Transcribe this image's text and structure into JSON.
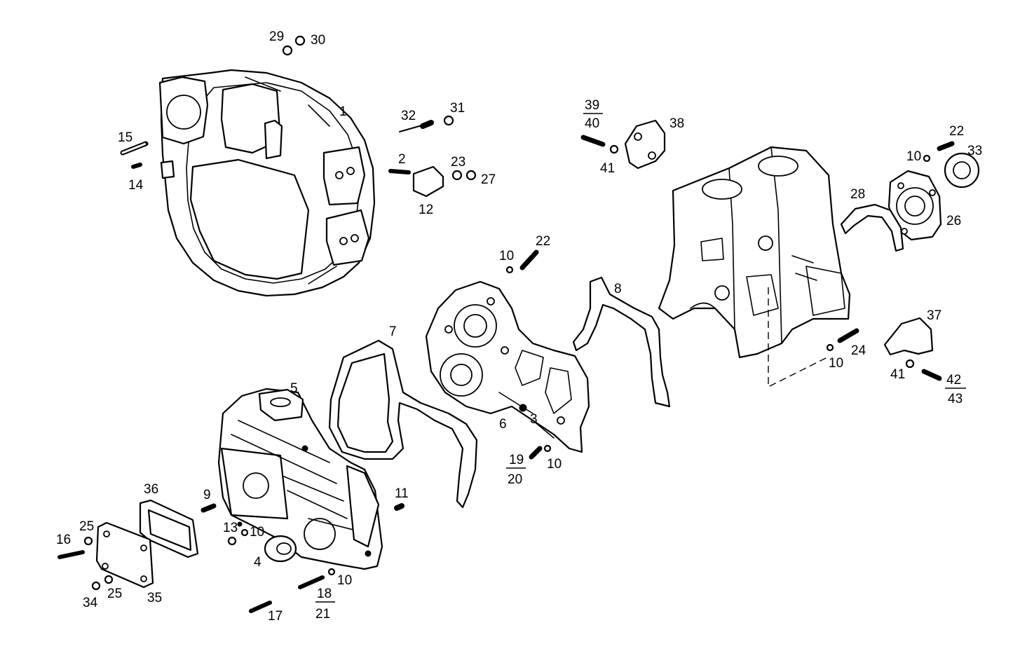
{
  "labels": {
    "l1": "1",
    "l2": "2",
    "l3": "3",
    "l4": "4",
    "l5": "5",
    "l6": "6",
    "l7": "7",
    "l8": "8",
    "l9": "9",
    "l10a": "10",
    "l10b": "10",
    "l10c": "10",
    "l10d": "10",
    "l10e": "10",
    "l10f": "10",
    "l11": "11",
    "l12": "12",
    "l13": "13",
    "l14": "14",
    "l15": "15",
    "l16": "16",
    "l17": "17",
    "l18": "18",
    "l19": "19",
    "l20": "20",
    "l21": "21",
    "l22a": "22",
    "l22b": "22",
    "l23": "23",
    "l24": "24",
    "l25a": "25",
    "l25b": "25",
    "l26": "26",
    "l27": "27",
    "l28": "28",
    "l29": "29",
    "l30": "30",
    "l31": "31",
    "l32": "32",
    "l33": "33",
    "l34": "34",
    "l35": "35",
    "l36": "36",
    "l37": "37",
    "l38": "38",
    "l39": "39",
    "l40": "40",
    "l41a": "41",
    "l41b": "41",
    "l42": "42",
    "l43": "43"
  }
}
